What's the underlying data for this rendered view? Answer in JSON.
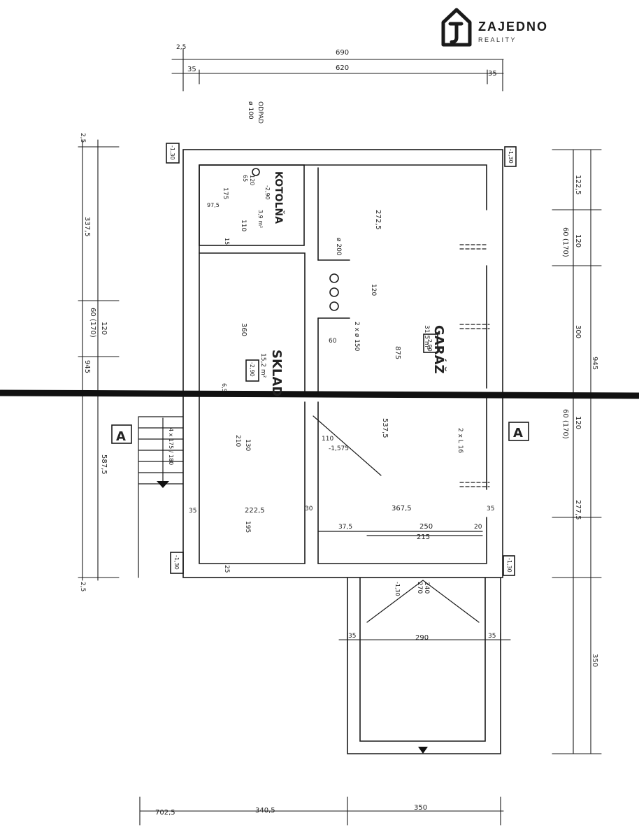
{
  "logo": {
    "brand": "ZAJEDNO",
    "sub": "REALITY"
  },
  "rooms": {
    "garage": {
      "name": "GARÁŽ",
      "area": "31,5 m²",
      "level": "-2,90"
    },
    "storage": {
      "name": "SKLAD",
      "area": "15,2 m²",
      "level": "-2,90"
    },
    "boiler": {
      "name": "KOTOLŇA",
      "area": "3,9 m²",
      "level": "-2,90"
    }
  },
  "labels": {
    "odpad": "ODPAD",
    "odpad_dia": "ø 100",
    "pipe_200": "ø 200",
    "pipe_150": "2 x ø 150",
    "stair_size": "110",
    "stair_level": "-1,575",
    "section_left": "A",
    "section_right": "A",
    "stair_note": "4 x 175 / 180"
  },
  "levels": {
    "tl": "-1,30",
    "tr": "-1,30",
    "bl": "-1,30",
    "br": "-1,30",
    "ext": "-1,30"
  },
  "dims": {
    "top_total": "690",
    "top_inner": "620",
    "top_wall_l": "35",
    "top_wall_r": "35",
    "top_small": "2,5",
    "left_upper": "337,5",
    "left_window": "120",
    "left_window_h": "60 (170)",
    "left_total": "945",
    "left_lower": "587,5",
    "left_small_top": "2,5",
    "left_small_bot": "2,5",
    "right_top": "122,5",
    "right_window": "120",
    "right_window_h": "60 (170)",
    "right_mid": "300",
    "right_total": "945",
    "right_window2": "120",
    "right_window2_h": "60 (170)",
    "right_low": "277,5",
    "right_ext": "350",
    "bottom_a": "702,5",
    "bottom_b": "340,5",
    "bottom_c": "350",
    "boiler_w": "175",
    "boiler_h": "110",
    "boiler_d1": "97,5",
    "boiler_d2": "15",
    "boiler_d3": "65",
    "boiler_d4": "120",
    "storage_h": "360",
    "storage_w": "222,5",
    "storage_door": "210",
    "storage_door_h": "130",
    "storage_door_w": "195",
    "storage_wall": "6,5",
    "garage_w": "272,5",
    "garage_h": "875",
    "garage_h2": "537,5",
    "garage_w2": "367,5",
    "garage_door": "250",
    "garage_door2": "215",
    "garage_d1": "37,5",
    "garage_d2": "20",
    "garage_120": "120",
    "garage_60": "60",
    "garage_lintel": "2 x L 16",
    "wall_35a": "35",
    "wall_35b": "35",
    "wall_30": "30",
    "wall_25": "25",
    "ext_w": "290",
    "ext_35a": "35",
    "ext_35b": "35",
    "ext_240": "240",
    "ext_270": "270"
  }
}
